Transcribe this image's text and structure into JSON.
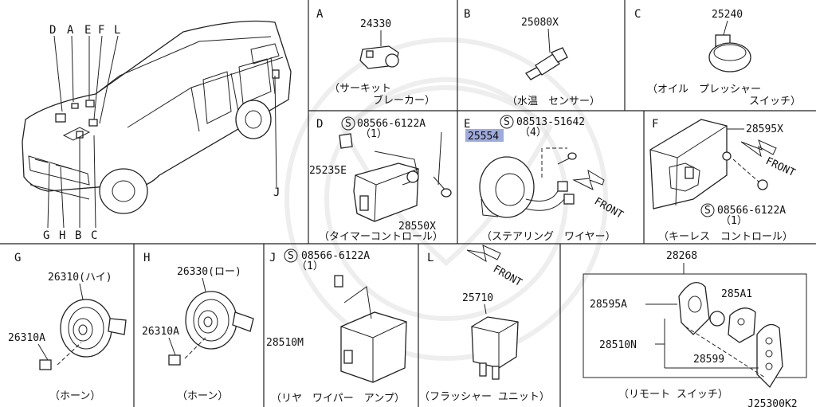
{
  "overview": {
    "letters_top": [
      "D",
      "A",
      "E",
      "F",
      "L"
    ],
    "letters_bottom": [
      "G",
      "H",
      "B",
      "C"
    ],
    "letter_right": "J"
  },
  "panels": {
    "A": {
      "letter": "A",
      "part": "24330",
      "caption1": "（サーキット",
      "caption2": "ブレーカー）"
    },
    "B": {
      "letter": "B",
      "part": "25080X",
      "caption": "（水温　センサー）"
    },
    "C": {
      "letter": "C",
      "part": "25240",
      "caption1": "（オイル　プレッシャー",
      "caption2": "スイッチ）"
    },
    "D": {
      "letter": "D",
      "bolt": "08566-6122A",
      "qty": "（1）",
      "part1": "25235E",
      "part2": "28550X",
      "caption": "（タイマーコントロール）"
    },
    "E": {
      "letter": "E",
      "bolt": "08513-51642",
      "qty": "（4）",
      "part": "25554",
      "front": "FRONT",
      "caption": "（ステアリング　ワイヤー）"
    },
    "F": {
      "letter": "F",
      "part": "28595X",
      "front": "FRONT",
      "bolt": "08566-6122A",
      "qty": "（1）",
      "caption": "（キーレス　コントロール）"
    },
    "G": {
      "letter": "G",
      "part1": "26310(ハイ)",
      "part2": "26310A",
      "caption": "（ホーン）"
    },
    "H": {
      "letter": "H",
      "part1": "26330(ロー)",
      "part2": "26310A",
      "caption": "（ホーン）"
    },
    "J": {
      "letter": "J",
      "bolt": "08566-6122A",
      "qty": "（1）",
      "part": "28510M",
      "caption": "（リヤ　ワイパー　アンプ）"
    },
    "L": {
      "letter": "L",
      "front": "FRONT",
      "part": "25710",
      "caption": "（フラッシャー ユニット）"
    },
    "R": {
      "part_top": "28268",
      "p1": "28595A",
      "p2": "285A1",
      "p3": "28510N",
      "p4": "28599",
      "caption": "（リモート スイッチ）",
      "code": "J25300K2"
    }
  },
  "symbols": {
    "s_mark": "S"
  }
}
